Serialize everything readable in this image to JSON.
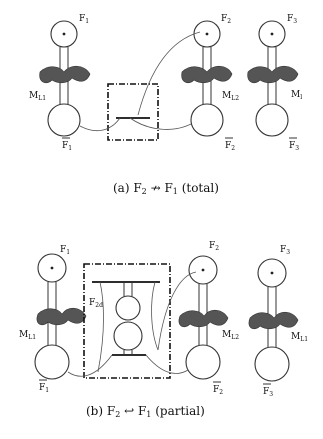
{
  "panel_a": {
    "columns": [
      {
        "top_label": "F",
        "top_sub": "1",
        "motor_label": "M",
        "motor_sub": "L1",
        "bottom_label": "F",
        "bottom_sub": "1"
      },
      {
        "top_label": "F",
        "top_sub": "2",
        "motor_label": "M",
        "motor_sub": "L2",
        "bottom_label": "F",
        "bottom_sub": "2"
      },
      {
        "top_label": "F",
        "top_sub": "3",
        "motor_label": "M",
        "motor_sub": "l",
        "bottom_label": "F",
        "bottom_sub": "3"
      }
    ],
    "caption": {
      "prefix": "(a) F",
      "sub1": "2",
      "arrow": " ↛ F",
      "sub2": "1",
      "suffix": " (total)"
    }
  },
  "panel_b": {
    "columns": [
      {
        "top_label": "F",
        "top_sub": "1",
        "motor_label": "M",
        "motor_sub": "L1",
        "bottom_label": "F",
        "bottom_sub": "1"
      },
      {
        "top_label": "F",
        "top_sub": "2",
        "motor_label": "M",
        "motor_sub": "L2",
        "bottom_label": "F",
        "bottom_sub": "2"
      },
      {
        "top_label": "F",
        "top_sub": "3",
        "motor_label": "M",
        "motor_sub": "L1",
        "bottom_label": "F",
        "bottom_sub": "3"
      }
    ],
    "inner_label": "F",
    "inner_sub": "2d",
    "caption": {
      "prefix": "(b) F",
      "sub1": "2",
      "arrow": " ↩ F",
      "sub2": "1",
      "suffix": " (partial)"
    }
  }
}
